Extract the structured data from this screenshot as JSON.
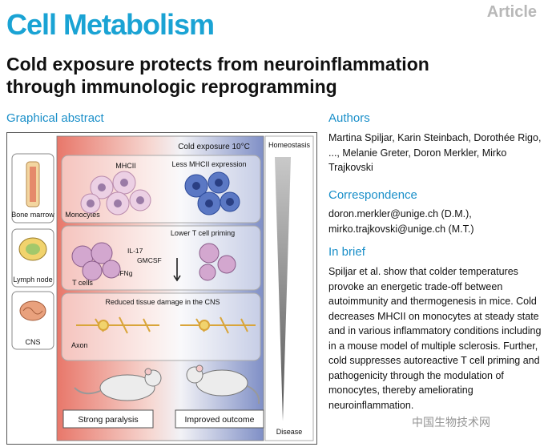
{
  "header": {
    "journal": "Cell Metabolism",
    "article_type": "Article"
  },
  "title_lines": [
    "Cold exposure protects from neuroinflammation",
    "through immunologic reprogramming"
  ],
  "graphical_abstract": {
    "heading": "Graphical abstract",
    "top_label": "Cold exposure 10°C",
    "homeostasis": "Homeostasis",
    "disease": "Disease",
    "organs": [
      "Bone marrow",
      "Lymph node",
      "CNS"
    ],
    "panel1": {
      "mhcii": "MHCII",
      "less": "Less MHCII expression",
      "monocytes": "Monocytes"
    },
    "panel2": {
      "title": "Lower T cell priming",
      "il17": "IL-17",
      "gmcsf": "GMCSF",
      "ifng": "IFNg",
      "tcells": "T cells"
    },
    "panel3": {
      "title": "Reduced tissue damage in the CNS",
      "axon": "Axon"
    },
    "outcomes": {
      "left": "Strong paralysis",
      "right": "Improved outcome"
    }
  },
  "authors": {
    "heading": "Authors",
    "text": "Martina Spiljar, Karin Steinbach, Dorothée Rigo, ..., Melanie Greter, Doron Merkler, Mirko Trajkovski"
  },
  "correspondence": {
    "heading": "Correspondence",
    "emails": [
      "doron.merkler@unige.ch (D.M.),",
      "mirko.trajkovski@unige.ch (M.T.)"
    ]
  },
  "in_brief": {
    "heading": "In brief",
    "text": "Spiljar et al. show that colder temperatures provoke an energetic trade-off between autoimmunity and thermogenesis in mice. Cold decreases MHCII on monocytes at steady state and in various inflammatory conditions including in a mouse model of multiple sclerosis. Further, cold suppresses autoreactive T cell priming and pathogenicity through the modulation of monocytes, thereby ameliorating neuroinflammation."
  },
  "watermark": "中国生物技术网",
  "colors": {
    "journal": "#1aa3d4",
    "heading": "#1a8fc9",
    "warm": "#e8776a",
    "cool": "#7f8fc6"
  }
}
